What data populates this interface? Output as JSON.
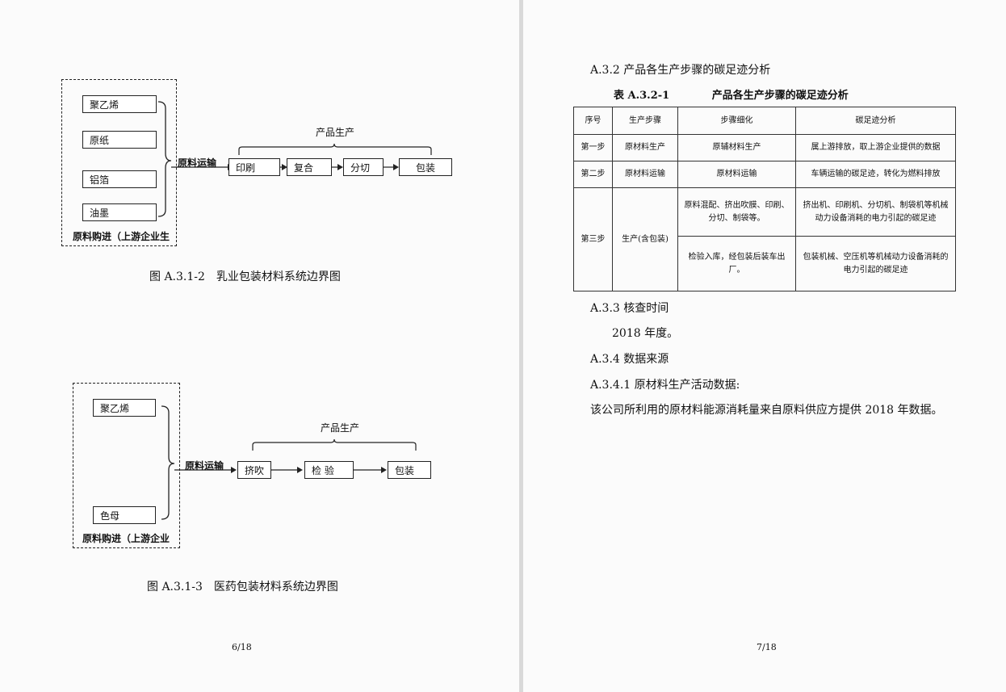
{
  "left_page": {
    "fig1": {
      "materials": [
        "聚乙烯",
        "原纸",
        "铝箔",
        "油墨"
      ],
      "purchase_label": "原料购进（上游企业生",
      "transport_label": "原料运输",
      "production_label": "产品生产",
      "steps": [
        "印刷",
        "复合",
        "分切",
        "包装"
      ],
      "caption": "图 A.3.1-2　乳业包装材料系统边界图"
    },
    "fig2": {
      "materials": [
        "聚乙烯",
        "色母"
      ],
      "purchase_label": "原料购进（上游企业",
      "transport_label": "原料运输",
      "production_label": "产品生产",
      "steps": [
        "挤吹",
        "检 验",
        "包装"
      ],
      "caption": "图 A.3.1-3　医药包装材料系统边界图"
    },
    "page_number": "6/18"
  },
  "right_page": {
    "section_heading": "A.3.2 产品各生产步骤的碳足迹分析",
    "table_title_num": "表 A.3.2-1",
    "table_title_text": "产品各生产步骤的碳足迹分析",
    "table": {
      "headers": [
        "序号",
        "生产步骤",
        "步骤细化",
        "碳足迹分析"
      ],
      "rows": [
        {
          "no": "第一步",
          "step": "原材料生产",
          "detail": "原辅材料生产",
          "analysis": "属上游排放，取上游企业提供的数据"
        },
        {
          "no": "第二步",
          "step": "原材料运输",
          "detail": "原材料运输",
          "analysis": "车辆运输的碳足迹，转化为燃料排放"
        },
        {
          "no": "第三步",
          "step": "生产(含包装)",
          "detail": "原料混配、挤出吹膜、印刷、分切、制袋等。",
          "analysis": "挤出机、印刷机、分切机、制袋机等机械动力设备消耗的电力引起的碳足迹",
          "detail2": "检验入库，经包装后装车出厂。",
          "analysis2": "包装机械、空压机等机械动力设备消耗的电力引起的碳足迹"
        }
      ]
    },
    "s333_heading": "A.3.3  核查时间",
    "s333_body": "2018 年度。",
    "s334_heading": "A.3.4  数据来源",
    "s3341_heading": "A.3.4.1 原材料生产活动数据:",
    "s3341_body": "该公司所利用的原材料能源消耗量来自原料供应方提供 2018 年数据。",
    "page_number": "7/18"
  }
}
